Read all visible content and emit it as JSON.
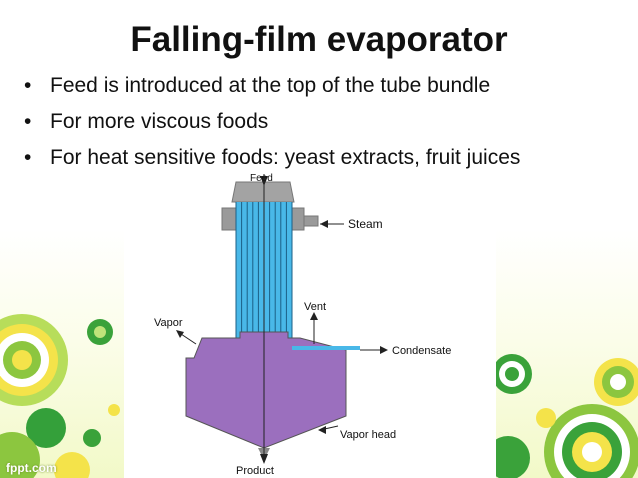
{
  "slide": {
    "title": "Falling-film evaporator",
    "bullets": [
      "Feed is introduced at the top of the tube bundle",
      "For more viscous foods",
      "For heat sensitive foods: yeast extracts, fruit juices"
    ],
    "watermark": "fppt.com"
  },
  "diagram": {
    "labels": {
      "feed": "Feed",
      "steam": "Steam",
      "vent": "Vent",
      "vapor": "Vapor",
      "condensate": "Condensate",
      "vapor_head": "Vapor head",
      "product": "Product"
    },
    "colors": {
      "tube_bundle": "#49b8e8",
      "vessel": "#9b6fbe",
      "shell": "#9a9a9a",
      "condensate_line": "#49b8e8"
    }
  },
  "theme": {
    "accent_green": "#8cc63f",
    "accent_yellow": "#f5e04a",
    "accent_dark_green": "#3a9a2a"
  }
}
